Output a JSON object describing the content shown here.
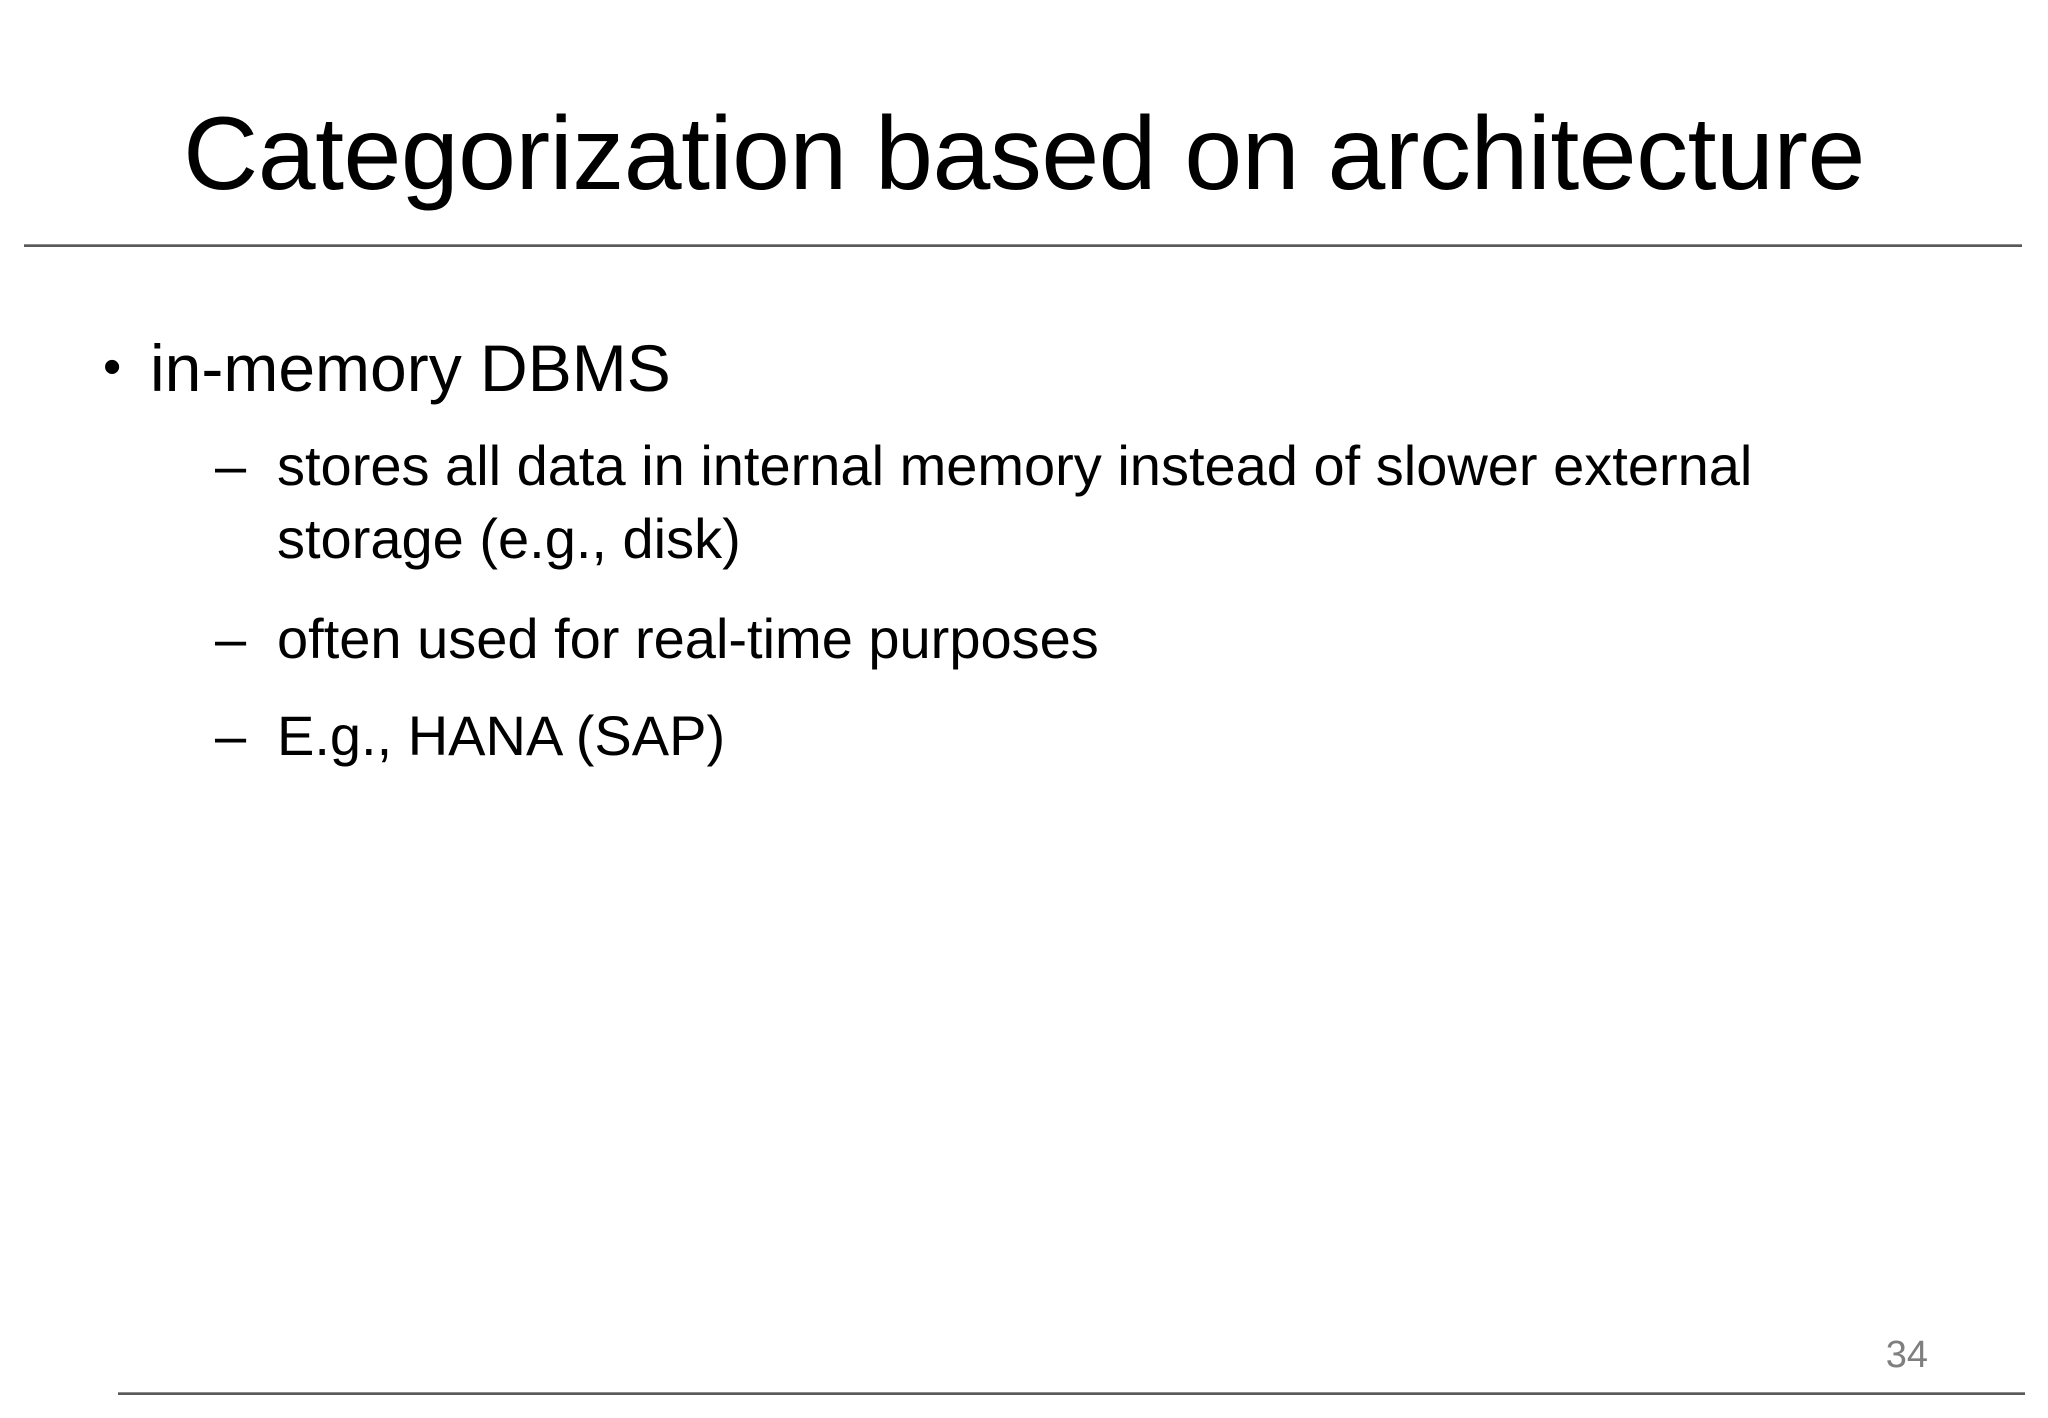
{
  "slide": {
    "title": "Categorization based on architecture",
    "page_number": "34",
    "background_color": "#ffffff",
    "text_color": "#000000",
    "rule_color": "#595959",
    "page_number_color": "#7f7f7f"
  },
  "bullets": {
    "level1": {
      "marker": "•",
      "text": "in-memory DBMS"
    },
    "level2": [
      {
        "marker": "–",
        "text": "stores all data in internal memory instead of slower external storage (e.g., disk)"
      },
      {
        "marker": "–",
        "text": "often used for real-time purposes"
      },
      {
        "marker": "–",
        "text": "E.g., HANA (SAP)"
      }
    ]
  }
}
